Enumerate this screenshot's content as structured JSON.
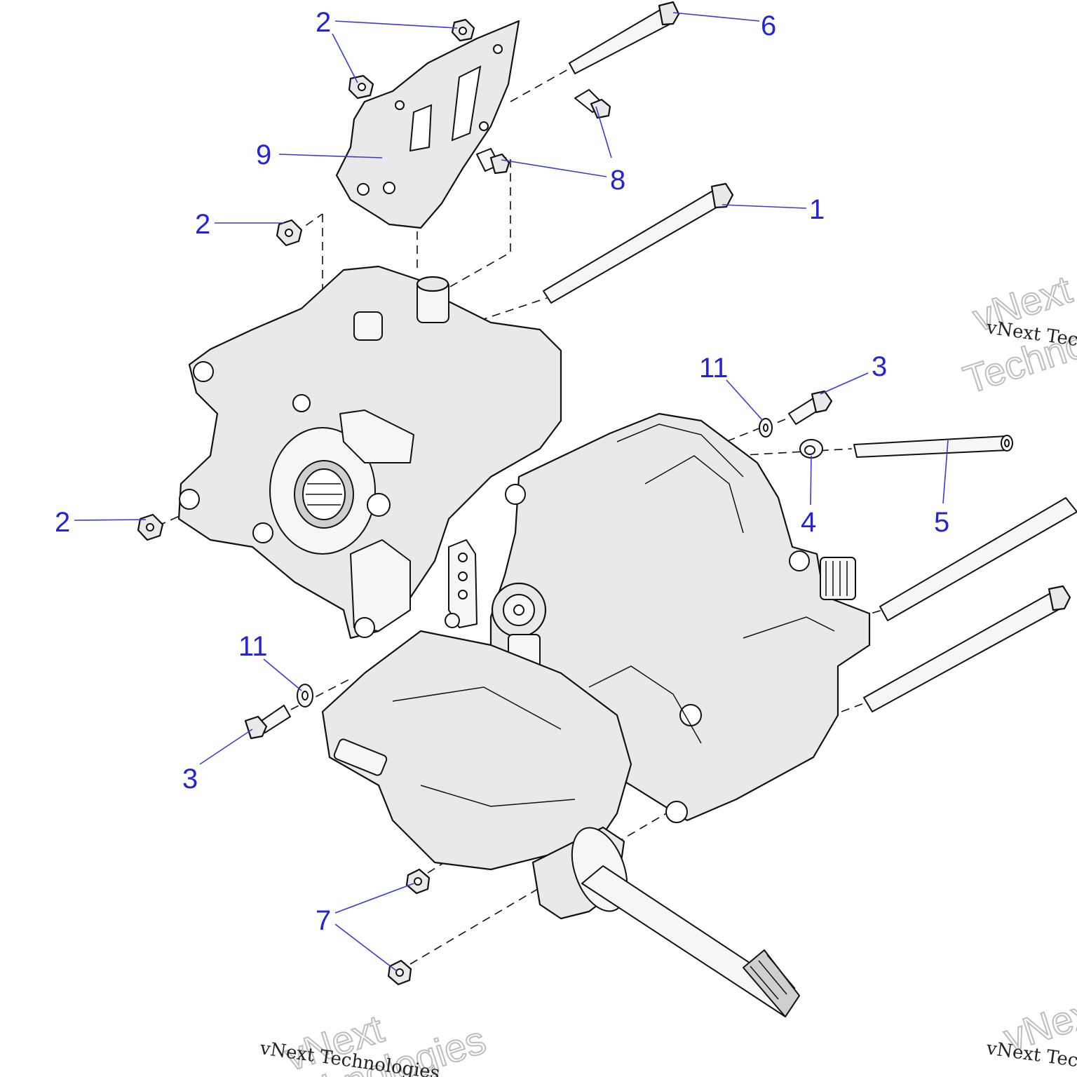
{
  "callouts": [
    "1",
    "2",
    "3",
    "4",
    "5",
    "6",
    "7",
    "8",
    "9",
    "11"
  ],
  "watermark": {
    "script": "vNext Technologies",
    "word1": "vNext",
    "word2": "Technologies"
  },
  "colors": {
    "callout": "#2424d6",
    "leader": "#3a3ad8",
    "part_fill": "#e9e9e9",
    "outline": "#111111"
  }
}
